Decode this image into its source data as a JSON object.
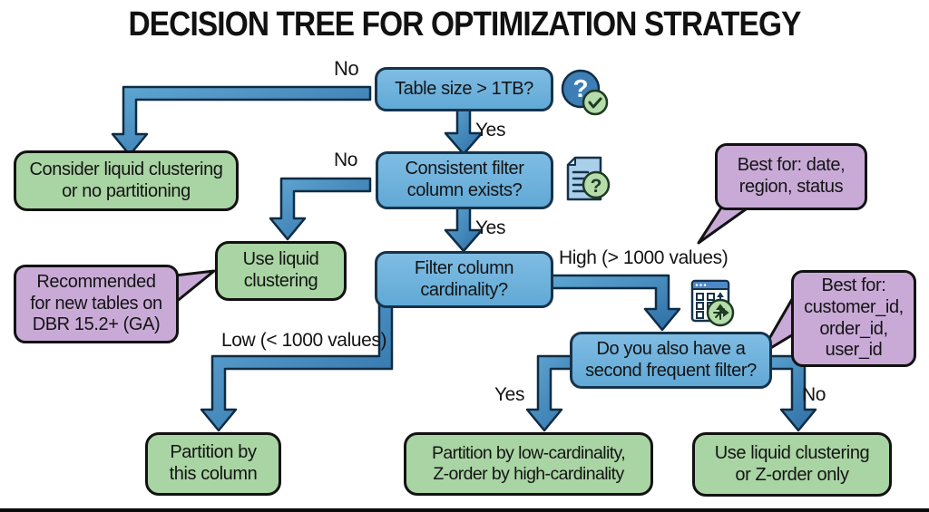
{
  "title": "DECISION TREE FOR OPTIMIZATION STRATEGY",
  "nodes": {
    "table_size": {
      "label": "Table size > 1TB?"
    },
    "filter_exists": {
      "label": "Consistent filter\ncolumn exists?"
    },
    "cardinality": {
      "label": "Filter column\ncardinality?"
    },
    "second_filter": {
      "label": "Do you also have a\nsecond frequent filter?"
    },
    "liquid_or_none": {
      "label": "Consider liquid clustering\nor no partitioning"
    },
    "use_liquid": {
      "label": "Use liquid\nclustering"
    },
    "partition_column": {
      "label": "Partition by\nthis column"
    },
    "partition_zorder": {
      "label": "Partition by low-cardinality,\nZ-order by high-cardinality"
    },
    "liquid_zorder": {
      "label": "Use liquid clustering\nor Z-order only"
    }
  },
  "callouts": {
    "dbr_note": {
      "label": "Recommended\nfor new tables on\nDBR 15.2+ (GA)"
    },
    "low_card_examples": {
      "label": "Best for: date,\nregion, status"
    },
    "high_card_examples": {
      "label": "Best for:\ncustomer_id,\norder_id,\nuser_id"
    }
  },
  "edge_labels": {
    "table_no": "No",
    "table_yes": "Yes",
    "filter_no": "No",
    "filter_yes": "Yes",
    "card_high": "High (> 1000 values)",
    "card_low": "Low (< 1000 values)",
    "second_yes": "Yes",
    "second_no": "No"
  },
  "icons": {
    "question_badge": {
      "name": "question-circle-check-icon",
      "glyph": "?"
    },
    "doc_question": {
      "name": "document-question-icon",
      "glyph": "?"
    },
    "table_shuffle": {
      "name": "table-shuffle-icon"
    }
  },
  "colors": {
    "decision_fill": "#6fb2dc",
    "decision_border": "#17334a",
    "result_fill": "#a9d4a3",
    "callout_fill": "#c9aad7",
    "box_outline": "#121212",
    "arrow_light": "#60a7d3",
    "arrow_dark": "#2d6da5",
    "arrow_outline": "#0e2c44",
    "text": "#141414",
    "background": "#ffffff"
  }
}
